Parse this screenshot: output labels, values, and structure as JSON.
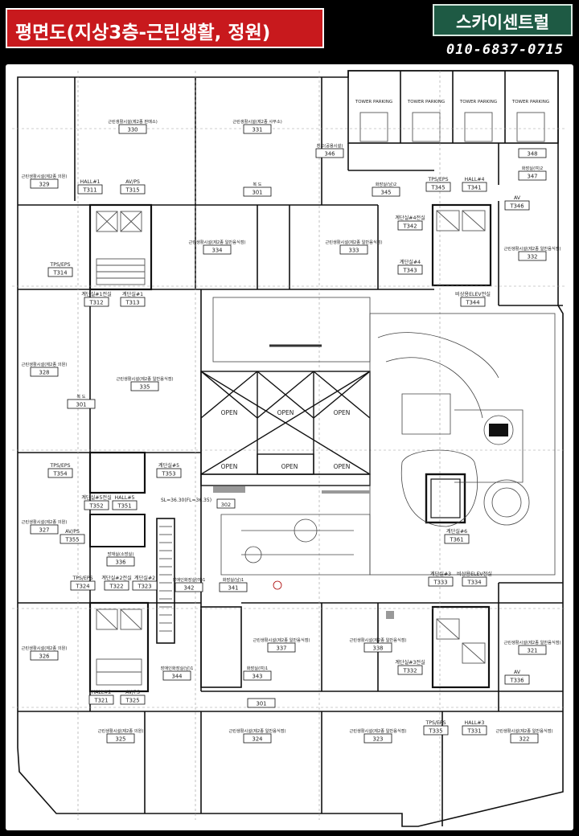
{
  "header": {
    "title": "평면도(지상3층-근린생활, 정원)",
    "brand": "스카이센트럴",
    "phone": "010-6837-0715"
  },
  "colors": {
    "title_bg": "#c8191d",
    "brand_bg": "#1e5a44"
  },
  "rooms": {
    "r330": {
      "name": "근린생활시설(제2종 판매소)",
      "num": "330"
    },
    "r331": {
      "name": "근린생활시설(제2종 사무소)",
      "num": "331"
    },
    "r329": {
      "name": "근린생활시설(제2종 의원)",
      "num": "329"
    },
    "r346": {
      "name": "창고(공용시설)",
      "num": "346"
    },
    "r348": {
      "name": "",
      "num": "348"
    },
    "r347": {
      "name": "화장실(여)2",
      "num": "347"
    },
    "r345": {
      "name": "화장실(남)2",
      "num": "345"
    },
    "r334": {
      "name": "근린생활시설(제2종 일반음식점)",
      "num": "334"
    },
    "r333": {
      "name": "근린생활시설(제2종 일반음식점)",
      "num": "333"
    },
    "r332": {
      "name": "근린생활시설(제2종 일반음식점)",
      "num": "332"
    },
    "r328": {
      "name": "근린생활시설(제2종 의원)",
      "num": "328"
    },
    "r335": {
      "name": "근린생활시설(제2종 일반음식점)",
      "num": "335"
    },
    "r327": {
      "name": "근린생활시설(제2종 의원)",
      "num": "327"
    },
    "r336": {
      "name": "방재실(소방실)",
      "num": "336"
    },
    "r342": {
      "name": "장애인화장실(여)1",
      "num": "342"
    },
    "r341": {
      "name": "화장실(남)1",
      "num": "341"
    },
    "r326": {
      "name": "근린생활시설(제2종 의원)",
      "num": "326"
    },
    "r337": {
      "name": "근린생활시설(제2종 일반음식점)",
      "num": "337"
    },
    "r338": {
      "name": "근린생활시설(제2종 일반음식점)",
      "num": "338"
    },
    "r321": {
      "name": "근린생활시설(제2종 일반음식점)",
      "num": "321"
    },
    "r344": {
      "name": "장애인화장실(남)1",
      "num": "344"
    },
    "r343": {
      "name": "화장실(여)1",
      "num": "343"
    },
    "r325": {
      "name": "근린생활시설(제2종 의원)",
      "num": "325"
    },
    "r324": {
      "name": "근린생활시설(제2종 일반음식점)",
      "num": "324"
    },
    "r323": {
      "name": "근린생활시설(제2종 일반음식점)",
      "num": "323"
    },
    "r322": {
      "name": "근린생활시설(제2종 일반음식점)",
      "num": "322"
    }
  },
  "corridors": {
    "c301a": {
      "name": "복 도",
      "num": "301"
    },
    "c301b": {
      "name": "복 도",
      "num": "301"
    },
    "c301c": {
      "name": "",
      "num": "301"
    }
  },
  "cores": {
    "t311": {
      "name": "HALL#1",
      "num": "T311"
    },
    "t315": {
      "name": "AV/PS",
      "num": "T315"
    },
    "t314": {
      "name": "TPS/EPS",
      "num": "T314"
    },
    "t312": {
      "name": "계단실#1전실",
      "num": "T312"
    },
    "t313": {
      "name": "계단실#1",
      "num": "T313"
    },
    "t345": {
      "name": "TPS/EPS",
      "num": "T345"
    },
    "t341": {
      "name": "HALL#4",
      "num": "T341"
    },
    "t346": {
      "name": "AV",
      "num": "T346"
    },
    "t342": {
      "name": "계단실#4전실",
      "num": "T342"
    },
    "t343": {
      "name": "계단실#4",
      "num": "T343"
    },
    "t344": {
      "name": "비상용ELEV전실",
      "num": "T344"
    },
    "t354": {
      "name": "TPS/EPS",
      "num": "T354"
    },
    "t353": {
      "name": "계단실#5",
      "num": "T353"
    },
    "t352": {
      "name": "계단실#5전실",
      "num": "T352"
    },
    "t351": {
      "name": "HALL#5",
      "num": "T351"
    },
    "t355": {
      "name": "AV/PS",
      "num": "T355"
    },
    "t324": {
      "name": "TPS/EPS",
      "num": "T324"
    },
    "t322": {
      "name": "계단실#2전실",
      "num": "T322"
    },
    "t323": {
      "name": "계단실#2",
      "num": "T323"
    },
    "t321": {
      "name": "HALL#2",
      "num": "T321"
    },
    "t325": {
      "name": "AV/PS",
      "num": "T325"
    },
    "t333": {
      "name": "계단실#3",
      "num": "T333"
    },
    "t334": {
      "name": "비상용ELEV전실",
      "num": "T334"
    },
    "t332": {
      "name": "계단실#3전실",
      "num": "T332"
    },
    "t336": {
      "name": "AV",
      "num": "T336"
    },
    "t335": {
      "name": "TPS/EPS",
      "num": "T335"
    },
    "t331": {
      "name": "HALL#3",
      "num": "T331"
    },
    "t361": {
      "name": "계단실#6",
      "num": "T361"
    }
  },
  "misc": {
    "tower_parking": "TOWER PARKING",
    "open": "OPEN",
    "level": "SL=36.30(FL=36.35)",
    "r302": "302"
  }
}
